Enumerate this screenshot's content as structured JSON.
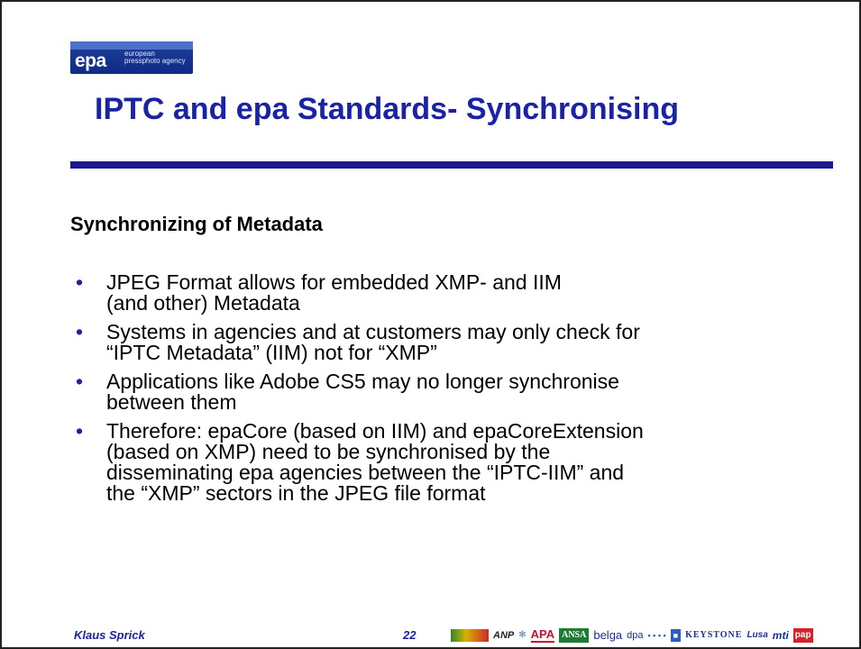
{
  "slide": {
    "logo": {
      "wordmark": "epa",
      "subtext": "european pressphoto agency"
    },
    "title": "IPTC and epa Standards- Synchronising",
    "section_heading": "Synchronizing of Metadata",
    "bullets": [
      {
        "lines": [
          "JPEG Format allows for embedded XMP- and IIM",
          "(and other) Metadata"
        ]
      },
      {
        "lines": [
          "Systems in agencies and at customers may only check for",
          "“IPTC Metadata” (IIM) not for “XMP”"
        ]
      },
      {
        "lines": [
          "Applications like Adobe CS5 may no longer synchronise",
          "between them"
        ]
      },
      {
        "lines": [
          "Therefore: epaCore (based on IIM) and epaCoreExtension",
          "(based on XMP) need to be synchronised by the",
          "disseminating epa agencies between the “IPTC-IIM” and",
          "the “XMP” sectors in the JPEG file format"
        ]
      }
    ],
    "footer": {
      "author": "Klaus Sprick",
      "page_number": "22",
      "partner_logos": [
        "ANP",
        "APA",
        "ANSA",
        "belga",
        "dpa",
        "KEYSTONE",
        "Lusa",
        "mti",
        "pap"
      ]
    },
    "colors": {
      "title": "#1a22a6",
      "rule": "#1a1a8c",
      "bullet_marker": "#1a22a6",
      "footer_text": "#1a22a6"
    }
  }
}
